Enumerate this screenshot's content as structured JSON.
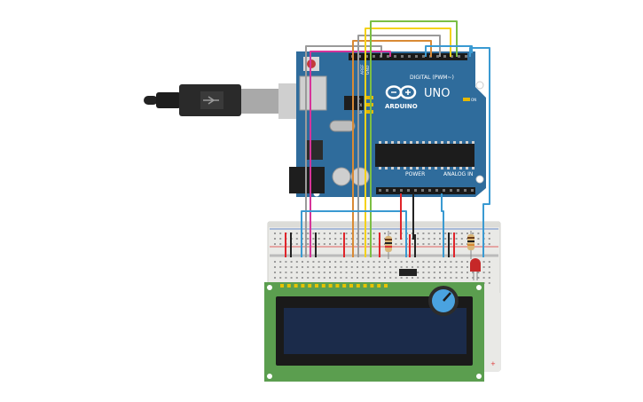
{
  "arduino": {
    "logo_text": "ARDUINO",
    "model": "UNO",
    "digital_header": "DIGITAL (PWM~)",
    "power_header": "POWER",
    "analog_header": "ANALOG IN",
    "aref": "AREF",
    "gnd": "GND",
    "led_l": "L",
    "led_tx": "TX",
    "led_rx": "RX",
    "led_on": "ON",
    "reset_button": "RESET"
  },
  "colors": {
    "board": "#2f6c9c",
    "breadboard": "#e9e9e6",
    "lcd_pcb": "#5b9e4f",
    "lcd_screen": "#1b2b4a",
    "wire_green": "#7bbf44",
    "wire_yellow": "#f4d21a",
    "wire_orange": "#d98a35",
    "wire_gray": "#9a9a9a",
    "wire_magenta": "#d6339a",
    "wire_blue": "#3a9ad2",
    "wire_red": "#e0242a",
    "wire_black": "#222222"
  },
  "icons": {
    "usb": "usb-cable-icon",
    "potentiometer": "potentiometer-icon",
    "led": "red-led-icon",
    "resistor": "resistor-icon"
  }
}
